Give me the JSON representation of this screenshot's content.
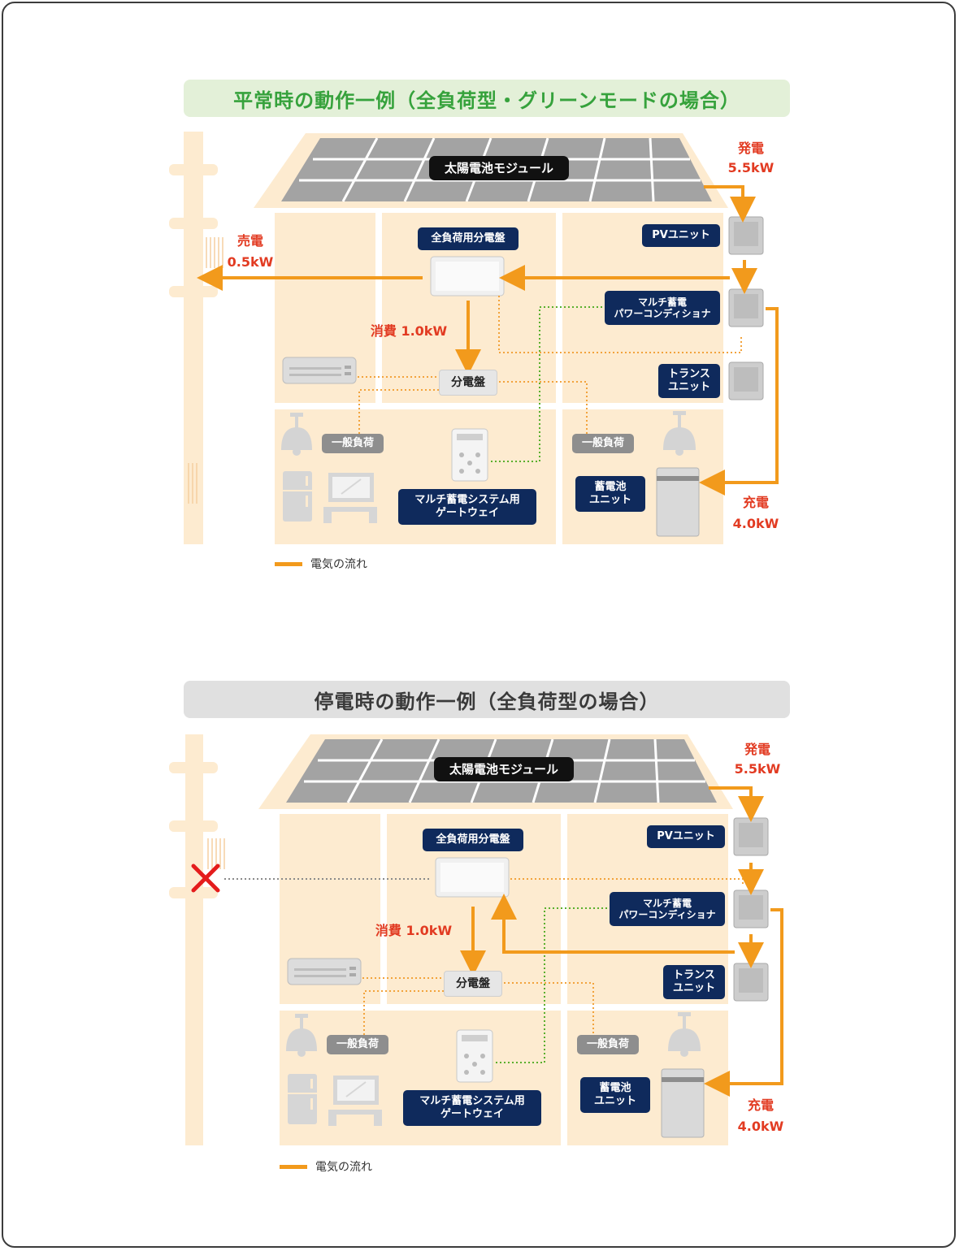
{
  "panels": [
    {
      "title": "平常時の動作一例（全負荷型・グリーンモードの場合）",
      "solar_label": "太陽電池モジュール",
      "gen_label": "発電",
      "gen_value": "5.5kW",
      "sell_label": "売電",
      "sell_value": "0.5kW",
      "distribution_board_label": "全負荷用分電盤",
      "pv_unit_label": "PVユニット",
      "power_conditioner_label": "マルチ蓄電\nパワーコンディショナ",
      "consume_label": "消費 1.0kW",
      "subpanel_label": "分電盤",
      "trans_unit_label": "トランス\nユニット",
      "general_load_left": "一般負荷",
      "general_load_right": "一般負荷",
      "gateway_label": "マルチ蓄電システム用\nゲートウェイ",
      "battery_label": "蓄電池\nユニット",
      "charge_label": "充電",
      "charge_value": "4.0kW",
      "legend": "電気の流れ"
    },
    {
      "title": "停電時の動作一例（全負荷型の場合）",
      "solar_label": "太陽電池モジュール",
      "gen_label": "発電",
      "gen_value": "5.5kW",
      "distribution_board_label": "全負荷用分電盤",
      "pv_unit_label": "PVユニット",
      "power_conditioner_label": "マルチ蓄電\nパワーコンディショナ",
      "consume_label": "消費 1.0kW",
      "subpanel_label": "分電盤",
      "trans_unit_label": "トランス\nユニット",
      "general_load_left": "一般負荷",
      "general_load_right": "一般負荷",
      "gateway_label": "マルチ蓄電システム用\nゲートウェイ",
      "battery_label": "蓄電池\nユニット",
      "charge_label": "充電",
      "charge_value": "4.0kW",
      "legend": "電気の流れ"
    }
  ],
  "colors": {
    "flow": "#f29a1c",
    "power_value": "#e23b22",
    "house_fill": "#fdebd0",
    "label_navy": "#0f2a5c",
    "title_green_bg": "#e3f0d8",
    "title_green_text": "#36a23c",
    "title_gray_bg": "#e0e0e0",
    "signal_dotted": "#5aaf2d",
    "grid_cut": "#e41c1c"
  }
}
